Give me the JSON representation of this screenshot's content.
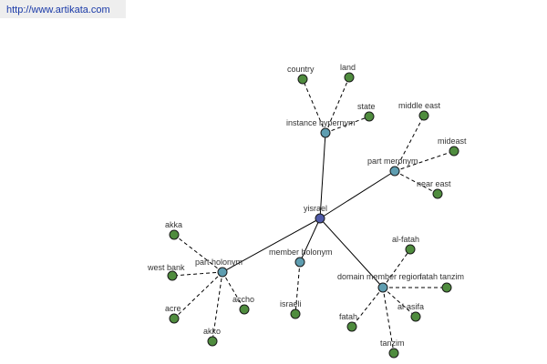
{
  "site_url": "http://www.artikata.com",
  "colors": {
    "root": "#4f5aa8",
    "relation": "#5e9db0",
    "leaf": "#4f8c3e"
  },
  "root": {
    "id": "yisrael",
    "label": "yisrael"
  },
  "relations": [
    {
      "id": "instance-hypernym",
      "label": "instance hypernym",
      "terms": [
        "country",
        "land",
        "state"
      ]
    },
    {
      "id": "part-meronym",
      "label": "part meronym",
      "terms": [
        "middle east",
        "mideast",
        "near east"
      ]
    },
    {
      "id": "part-holonym",
      "label": "part holonym",
      "terms": [
        "akka",
        "west bank",
        "acre",
        "akko",
        "accho"
      ]
    },
    {
      "id": "member-holonym",
      "label": "member holonym",
      "terms": [
        "israeli"
      ]
    },
    {
      "id": "domain-member-region",
      "label": "domain member region",
      "terms": [
        "al-fatah",
        "fatah tanzim",
        "al-asifa",
        "tanzim",
        "fatah"
      ]
    }
  ]
}
